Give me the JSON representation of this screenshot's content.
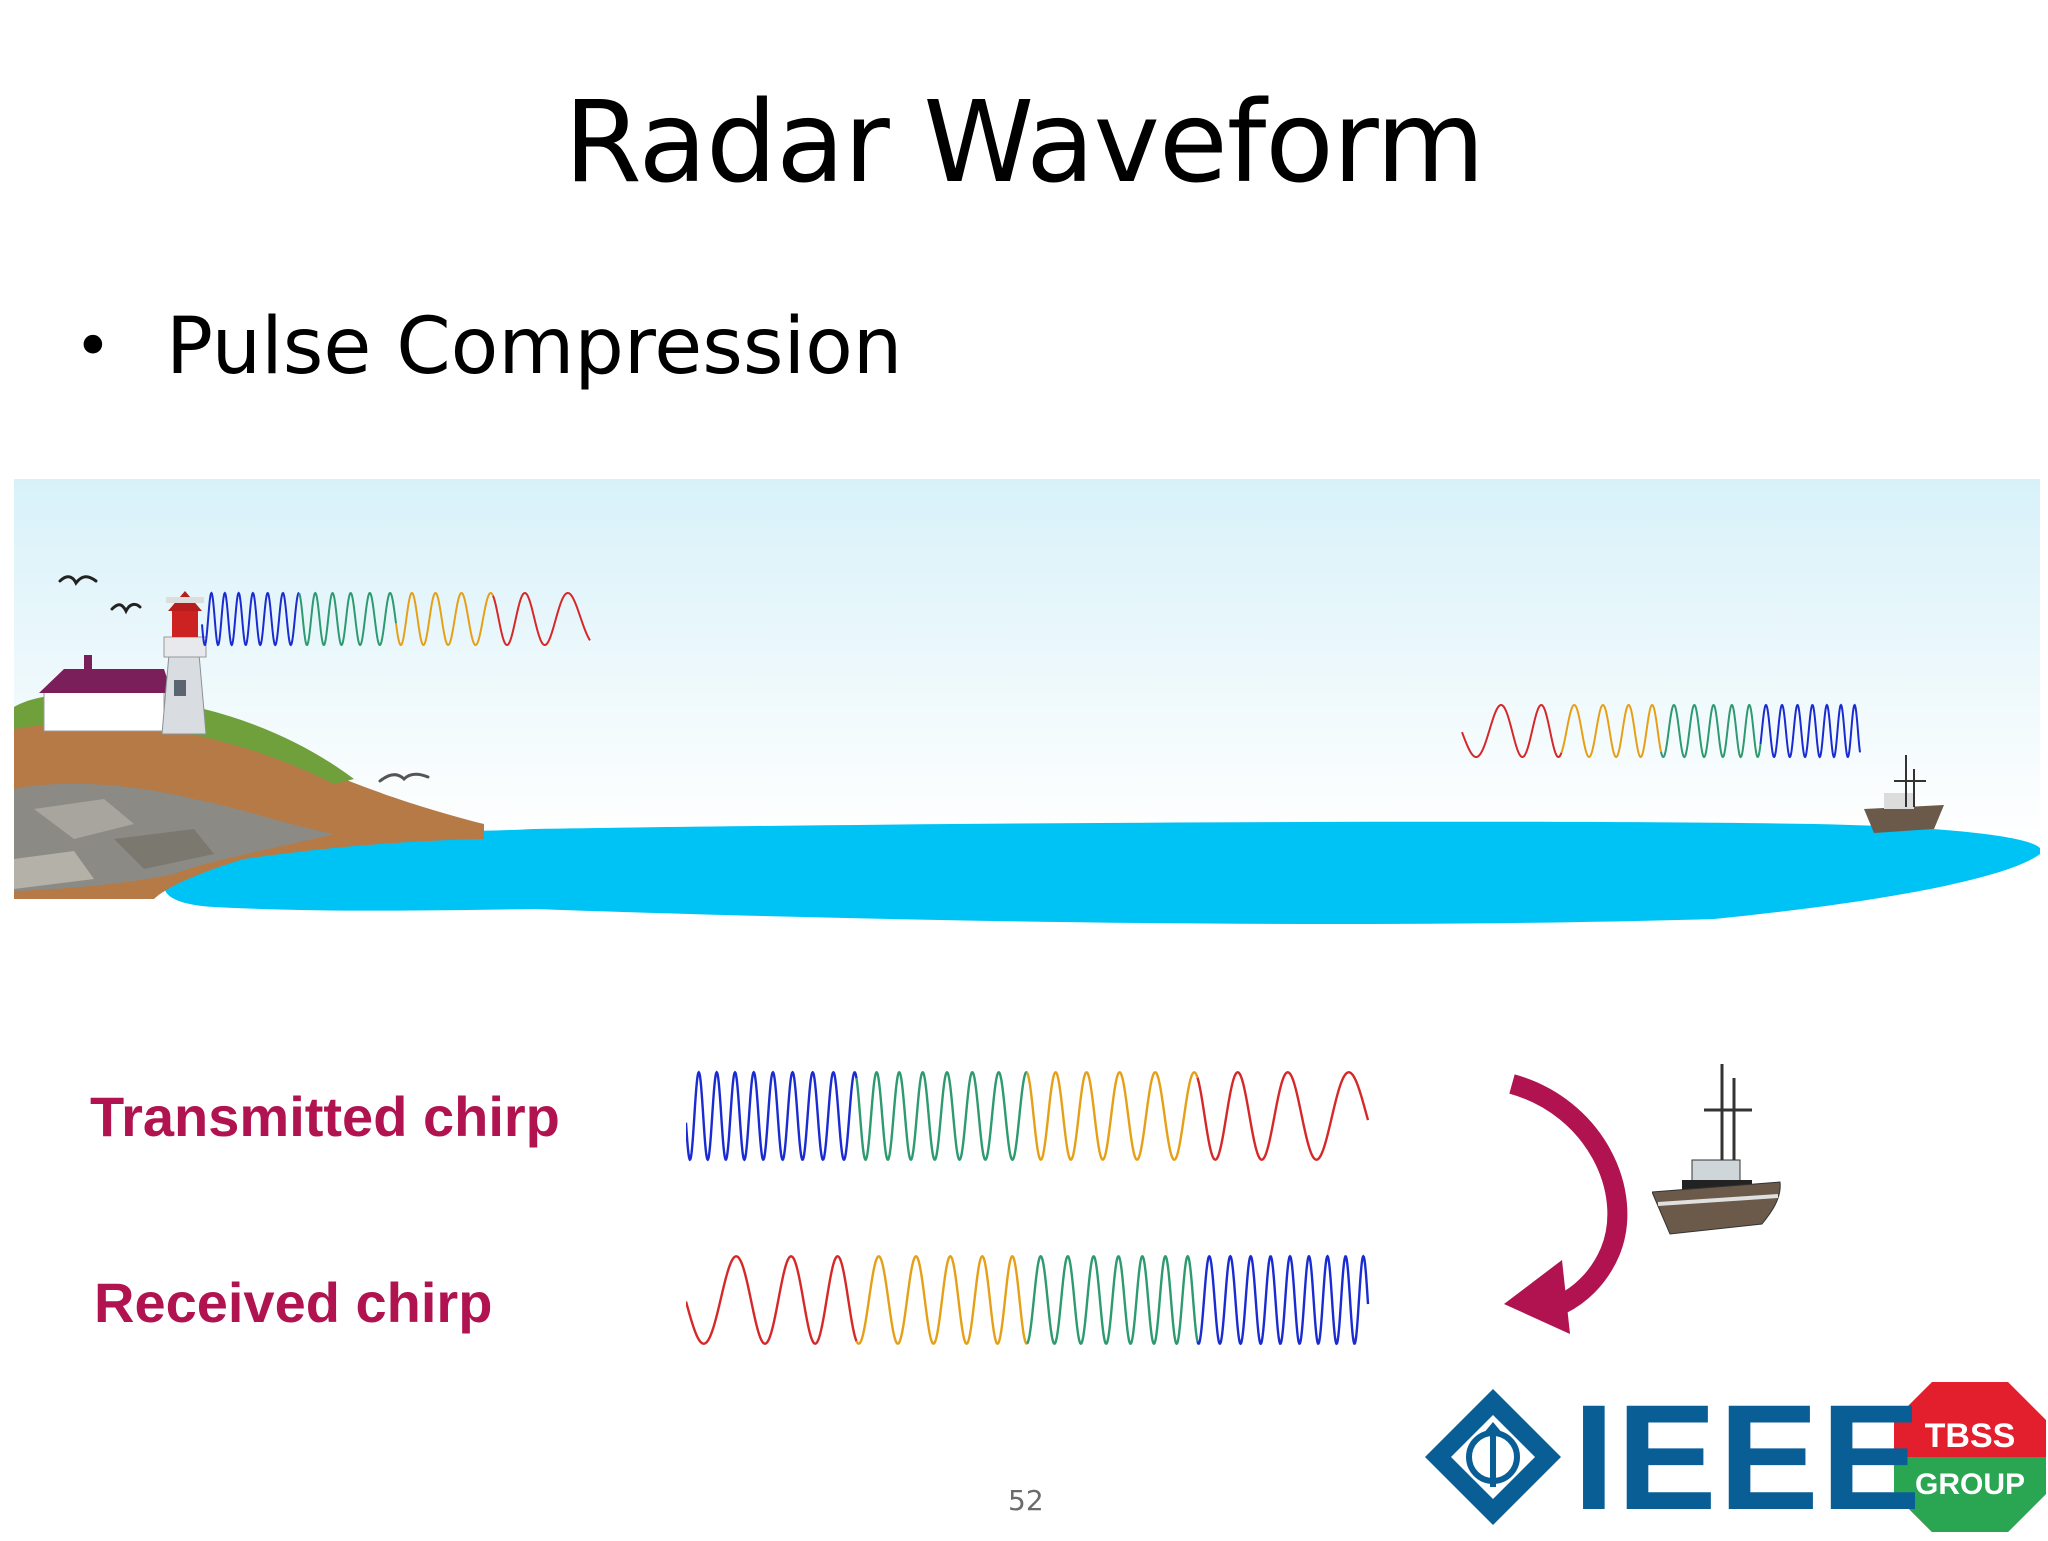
{
  "slide": {
    "title": "Radar Waveform",
    "bullet": "Pulse Compression",
    "page_number": "52"
  },
  "chirps": {
    "transmitted_label": "Transmitted chirp",
    "received_label": "Received chirp"
  },
  "logo": {
    "ieee_text": "IEEE",
    "tbss_line1": "TBSS",
    "tbss_line2": "GROUP"
  },
  "colors": {
    "label": "#b0134f",
    "sea": "#00c3f5",
    "sky_top": "#d8f1f9",
    "arrow": "#b0134f",
    "ieee_blue": "#0a5e96",
    "tbss_red": "#e31e2d",
    "tbss_green": "#2aa552"
  }
}
